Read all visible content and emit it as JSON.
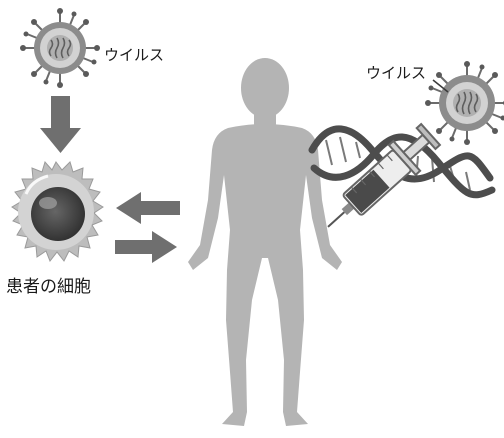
{
  "labels": {
    "virus_top": "ウイルス",
    "virus_right": "ウイルス",
    "patient_cell": "患者の細胞"
  },
  "colors": {
    "silhouette": "#b4b4b4",
    "arrow": "#6f6f6f",
    "virus_shell": "#8c8c8c",
    "virus_core": "#c8c8c8",
    "dna": "#4d4d4d",
    "cell_body": "#cfcfcf",
    "nucleus": "#3f3f3f"
  }
}
